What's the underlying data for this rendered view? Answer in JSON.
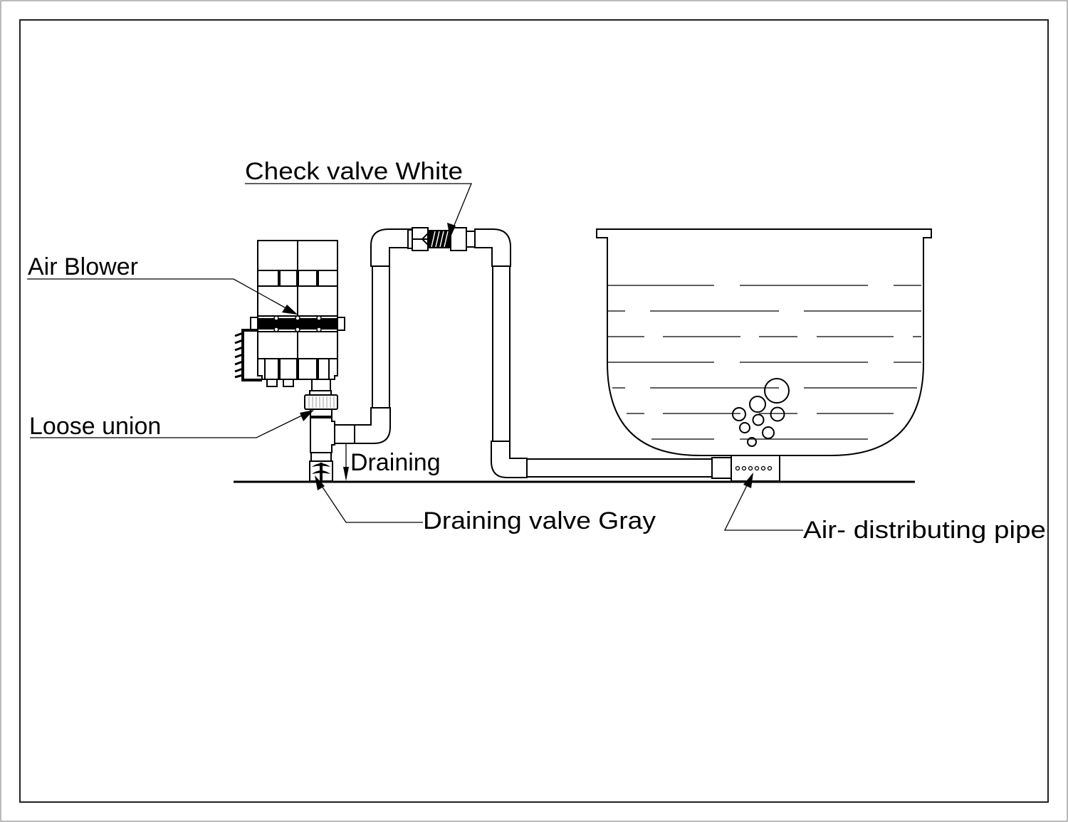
{
  "diagram": {
    "title": "Air blower aeration installation diagram",
    "labels": {
      "check_valve": "Check valve White",
      "air_blower": "Air Blower",
      "loose_union": "Loose union",
      "draining": "Draining",
      "draining_valve": "Draining valve Gray",
      "air_distributing_pipe": "Air- distributing pipe"
    },
    "components": [
      {
        "id": "air-blower",
        "label_ref": "air_blower"
      },
      {
        "id": "loose-union",
        "label_ref": "loose_union"
      },
      {
        "id": "draining-valve",
        "label_ref": "draining_valve",
        "color": "Gray"
      },
      {
        "id": "check-valve",
        "label_ref": "check_valve",
        "color": "White"
      },
      {
        "id": "air-distributing-pipe",
        "label_ref": "air_distributing_pipe"
      },
      {
        "id": "tank",
        "contents": "water with rising air bubbles"
      }
    ],
    "colors": {
      "line": "#000000",
      "background": "#ffffff",
      "frame": "#333333"
    }
  }
}
